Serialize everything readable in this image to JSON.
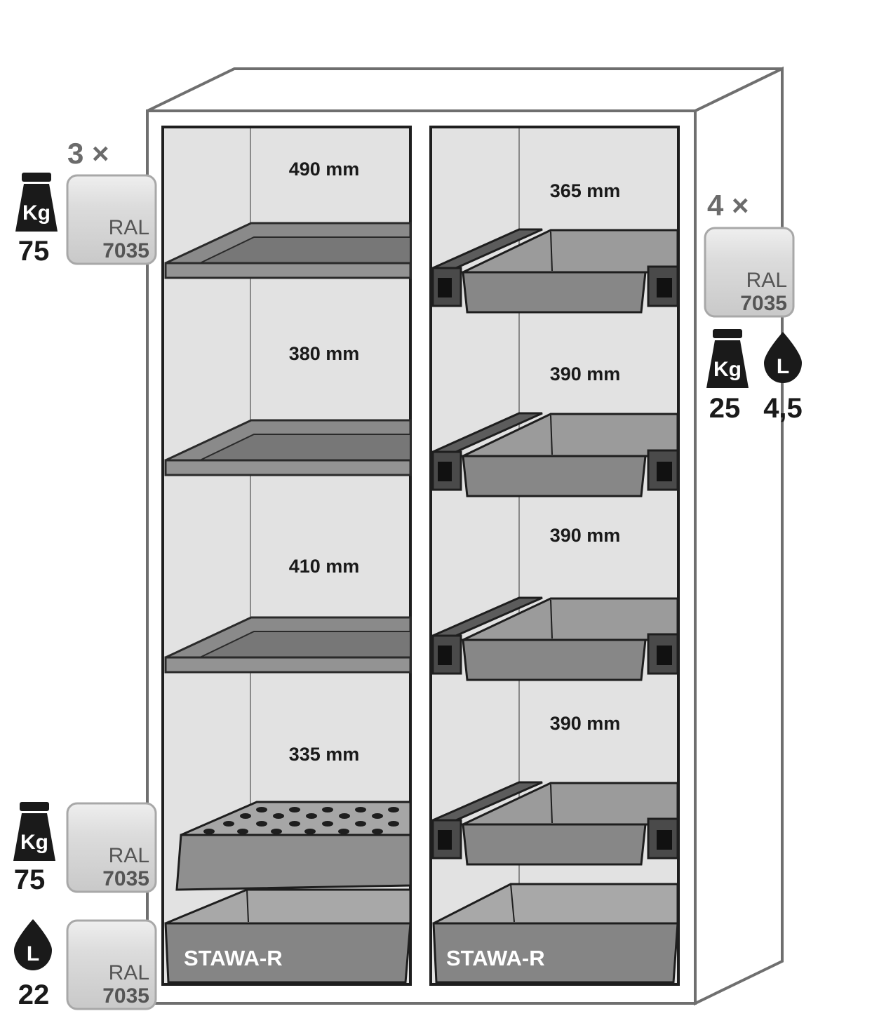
{
  "colors": {
    "outline": "#3a3a3a",
    "interior": "#e2e2e2",
    "shelf": "#8a8a8a",
    "shelf_dark": "#5e5e5e",
    "sump": "#7a7a7a",
    "swatch": "#d6d6d6",
    "icon": "#1a1a1a"
  },
  "left_column": {
    "compartments": [
      {
        "height_label": "490 mm"
      },
      {
        "height_label": "380 mm"
      },
      {
        "height_label": "410 mm"
      },
      {
        "height_label": "335 mm"
      }
    ],
    "shelf_count_label": "3 ×",
    "shelf_spec": {
      "weight_icon": "weight-icon",
      "weight_text": "Kg",
      "load": "75",
      "ral_label": "RAL",
      "ral_code": "7035"
    },
    "insert_spec": {
      "weight_icon": "weight-icon",
      "weight_text": "Kg",
      "load": "75",
      "ral_label": "RAL",
      "ral_code": "7035"
    },
    "sump_spec": {
      "volume_icon": "liquid-drop-icon",
      "volume_text": "L",
      "volume": "22",
      "ral_label": "RAL",
      "ral_code": "7035"
    },
    "sump_label": "STAWA-R"
  },
  "right_column": {
    "compartments": [
      {
        "height_label": "365 mm"
      },
      {
        "height_label": "390 mm"
      },
      {
        "height_label": "390 mm"
      },
      {
        "height_label": "390 mm"
      }
    ],
    "drawer_count_label": "4 ×",
    "drawer_spec": {
      "ral_label": "RAL",
      "ral_code": "7035",
      "weight_icon": "weight-icon",
      "weight_text": "Kg",
      "load": "25",
      "volume_icon": "liquid-drop-icon",
      "volume_text": "L",
      "volume": "4,5"
    },
    "sump_label": "STAWA-R"
  }
}
